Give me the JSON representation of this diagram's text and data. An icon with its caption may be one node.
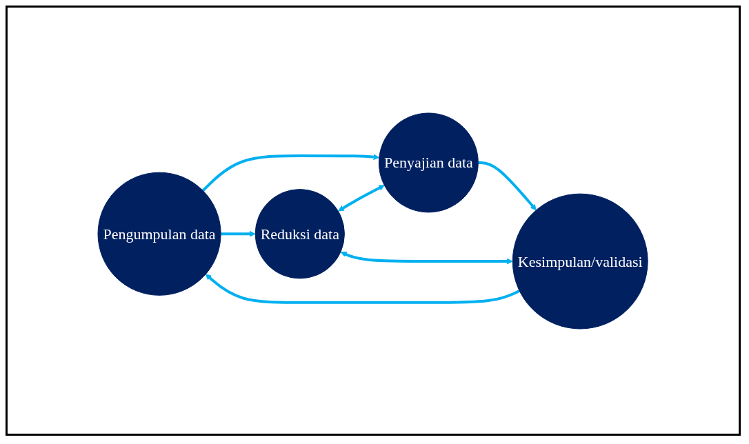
{
  "diagram": {
    "nodes": [
      {
        "text": [
          "Pengumpulan data"
        ]
      },
      {
        "text": [
          "Penyajian data"
        ]
      },
      {
        "text": [
          "Reduksi data"
        ]
      },
      {
        "text": [
          "Kesimpulan/validasi"
        ]
      }
    ],
    "edges": [
      {
        "from": 0,
        "to": 1,
        "arrow": "to"
      },
      {
        "from": 1,
        "to": 3,
        "arrow": "to"
      },
      {
        "from": 0,
        "to": 2,
        "arrow": "to"
      },
      {
        "from": 2,
        "to": 1,
        "arrow": "both"
      },
      {
        "from": 2,
        "to": 3,
        "arrow": "both"
      },
      {
        "from": 3,
        "to": 0,
        "arrow": "to"
      }
    ]
  }
}
